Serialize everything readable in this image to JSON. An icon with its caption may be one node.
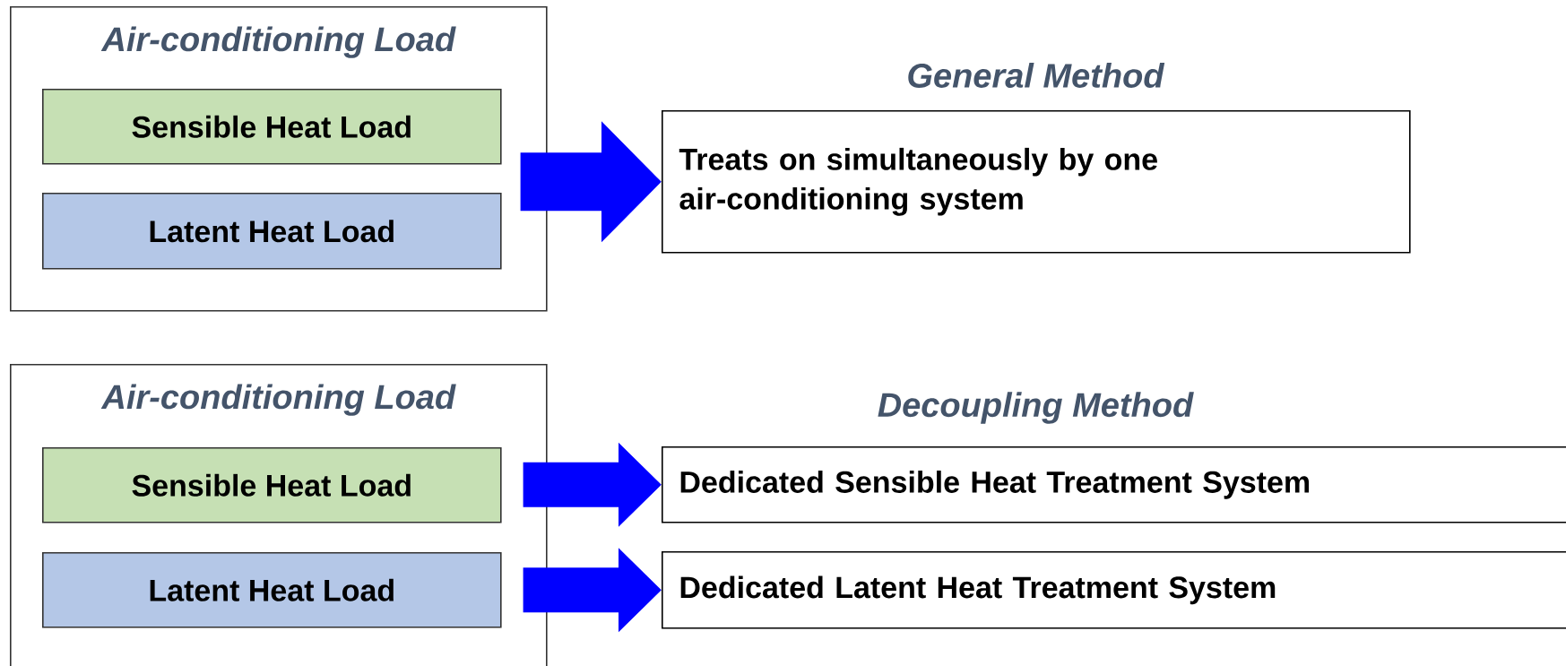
{
  "diagram": {
    "nodes": [
      {
        "text": [
          "Air-conditioning Load"
        ]
      },
      {
        "text": [
          "Sensible Heat Load"
        ],
        "in": 0
      },
      {
        "text": [
          "Latent Heat Load"
        ],
        "in": 0
      },
      {
        "text": [
          "Treats on simultaneously by one air-conditioning system"
        ]
      },
      {
        "text": [
          "Air-conditioning Load"
        ]
      },
      {
        "text": [
          "Sensible Heat Load"
        ],
        "in": 4
      },
      {
        "text": [
          "Latent Heat Load"
        ],
        "in": 4
      },
      {
        "text": [
          "Dedicated Sensible Heat Treatment System"
        ]
      },
      {
        "text": [
          "Dedicated Latent Heat Treatment System"
        ]
      }
    ],
    "edges": [
      {
        "from": 0,
        "to": 3,
        "arrow": "to"
      },
      {
        "from": 5,
        "to": 7,
        "arrow": "to"
      },
      {
        "from": 6,
        "to": 8,
        "arrow": "to"
      }
    ],
    "labels": [
      "General Method",
      "Decoupling Method"
    ]
  }
}
